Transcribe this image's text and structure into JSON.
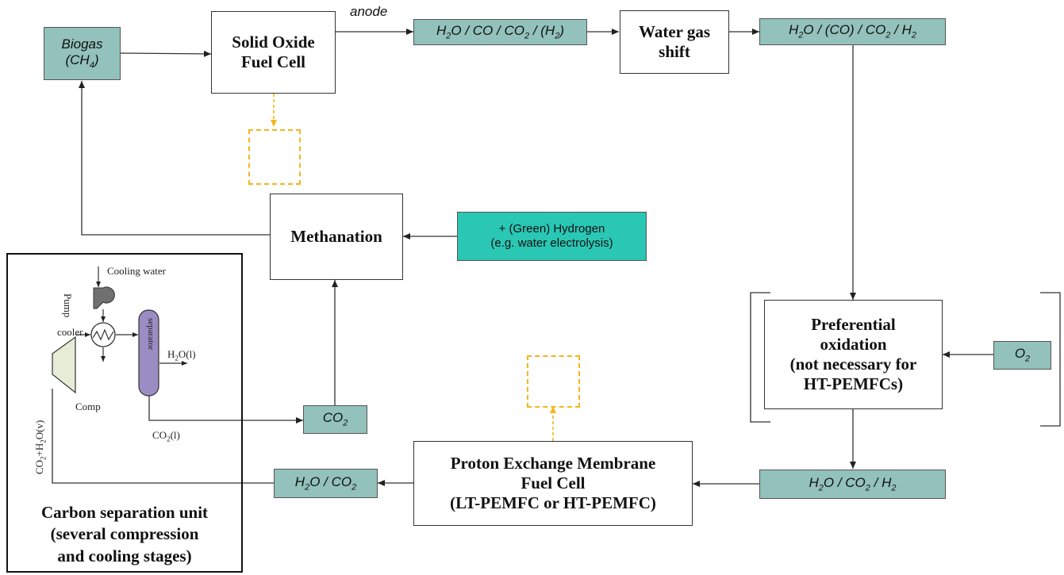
{
  "colors": {
    "stream_fill": "#93c1bb",
    "hydrogen_fill": "#2ac7b4",
    "energy_accent": "#f3b51c",
    "separator_fill": "#9b8cc4",
    "compressor_fill": "#e6ecd6"
  },
  "nodes": {
    "biogas": {
      "line1": "Biogas",
      "line2": "(CH",
      "sub": "4",
      "line2_end": ")"
    },
    "sofc": {
      "line1": "Solid Oxide",
      "line2": "Fuel Cell"
    },
    "anode_label": "anode",
    "anode_out": {
      "text": "H2O / CO / CO2 / (H2)"
    },
    "wgs": {
      "line1": "Water gas",
      "line2": "shift"
    },
    "wgs_out": {
      "text": "H2O / (CO) / CO2 / H2"
    },
    "methanation": {
      "label": "Methanation"
    },
    "hydrogen": {
      "line1": "+ (Green) Hydrogen",
      "line2": "(e.g. water electrolysis)"
    },
    "prox": {
      "line1": "Preferential",
      "line2": "oxidation",
      "line3": "(not necessary for",
      "line4": "HT-PEMFCs)"
    },
    "o2": {
      "text": "O2"
    },
    "prox_out": {
      "text": "H2O / CO2 / H2"
    },
    "pemfc": {
      "line1": "Proton Exchange Membrane",
      "line2": "Fuel Cell",
      "line3": "(LT-PEMFC or HT-PEMFC)"
    },
    "pemfc_out": {
      "text": "H2O / CO2"
    },
    "co2_box": {
      "text": "CO2"
    }
  },
  "carbon_unit": {
    "caption_line1": "Carbon separation unit",
    "caption_line2": "(several compression",
    "caption_line3": "and cooling stages)",
    "labels": {
      "cooling_water": "Cooling water",
      "pump": "Pump",
      "cooler": "cooler",
      "separator": "separator",
      "h2o_liquid": "H2O(l)",
      "comp": "Comp",
      "co2_liquid": "CO2(l)",
      "inlet": "CO2+H2O(v)"
    }
  },
  "energy_icons": [
    "lightning-icon",
    "lightning-icon"
  ]
}
